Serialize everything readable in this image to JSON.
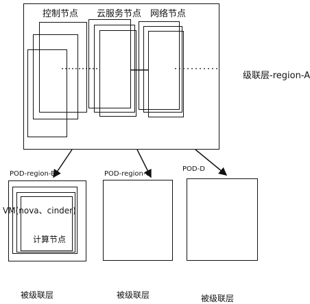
{
  "region_a": {
    "label": "级联层-region-A",
    "nodes": [
      "控制节点",
      "云服务节点",
      "网络节点"
    ]
  },
  "pods": [
    {
      "label": "POD-region-B",
      "vm_label": "VM(nova、cinder)",
      "compute_label": "计算节点",
      "layer_label": "被级联层"
    },
    {
      "label": "POD-region-C",
      "layer_label": "被级联层"
    },
    {
      "label": "POD-D",
      "layer_label": "被级联层"
    }
  ]
}
